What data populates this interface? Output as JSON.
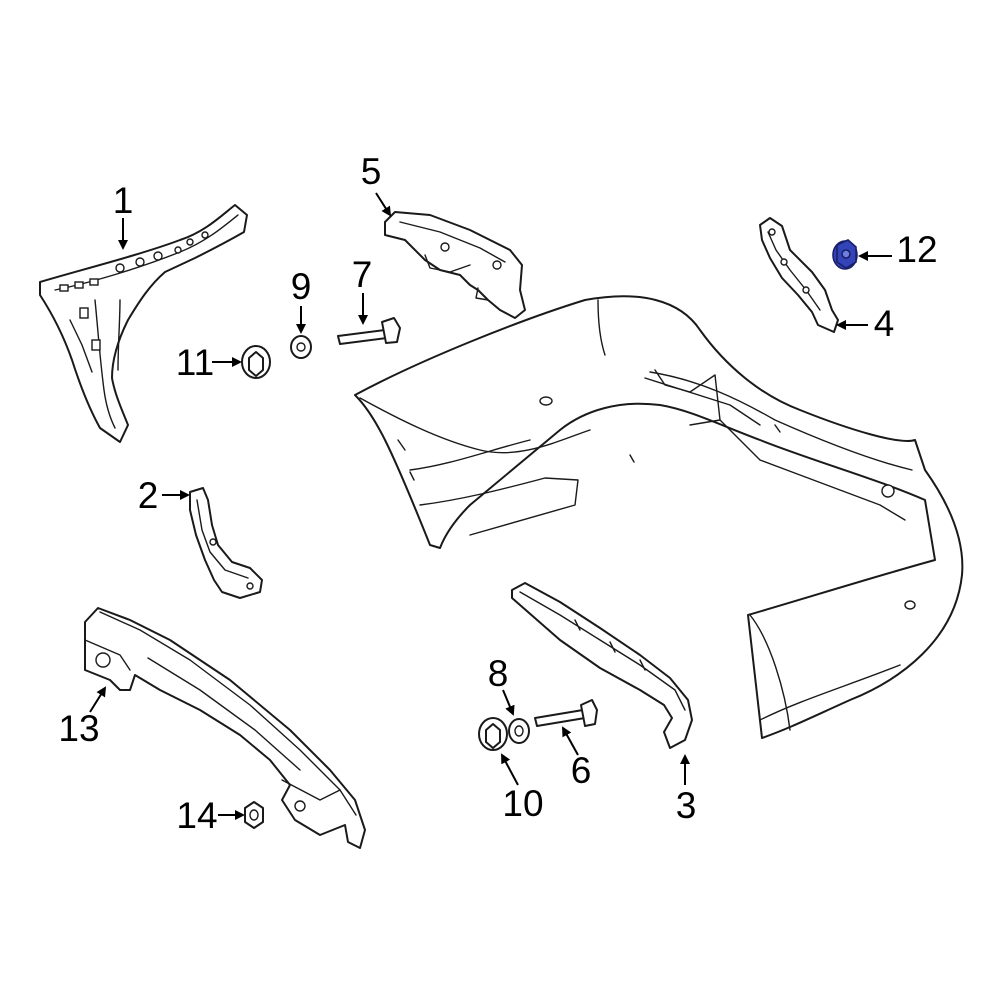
{
  "diagram": {
    "callouts": [
      {
        "id": "1",
        "label": "1"
      },
      {
        "id": "2",
        "label": "2"
      },
      {
        "id": "3",
        "label": "3"
      },
      {
        "id": "4",
        "label": "4"
      },
      {
        "id": "5",
        "label": "5"
      },
      {
        "id": "6",
        "label": "6"
      },
      {
        "id": "7",
        "label": "7"
      },
      {
        "id": "8",
        "label": "8"
      },
      {
        "id": "9",
        "label": "9"
      },
      {
        "id": "10",
        "label": "10"
      },
      {
        "id": "11",
        "label": "11"
      },
      {
        "id": "12",
        "label": "12"
      },
      {
        "id": "13",
        "label": "13"
      },
      {
        "id": "14",
        "label": "14"
      }
    ],
    "highlighted_part": "12",
    "colors": {
      "line": "#1a1a1a",
      "background": "#ffffff",
      "highlight_fill": "#3344b8",
      "highlight_stroke": "#1a1f6b"
    }
  }
}
